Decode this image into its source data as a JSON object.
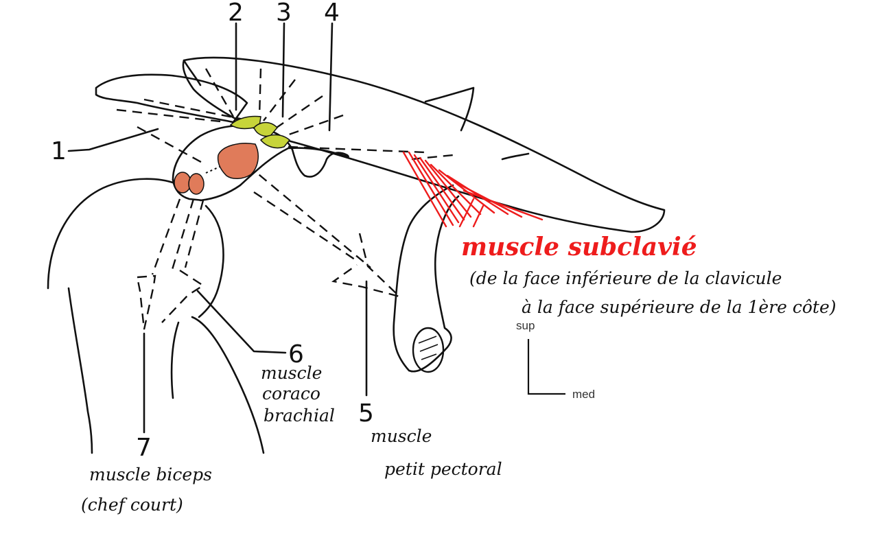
{
  "labels": {
    "n1": "1",
    "n2": "2",
    "n3": "3",
    "n4": "4",
    "n5": "5",
    "n6": "6",
    "n7": "7"
  },
  "annotations": {
    "subclavius_title": "muscle subclavié",
    "subclavius_desc_line1": "(de la face inférieure de la clavicule",
    "subclavius_desc_line2": "à la face supérieure de la 1ère côte)",
    "coraco_line1": "muscle",
    "coraco_line2": "coraco",
    "coraco_line3": "brachial",
    "pectoral_line1": "muscle",
    "pectoral_line2": "petit pectoral",
    "biceps_line1": "muscle biceps",
    "biceps_line2": "(chef court)"
  },
  "orientation": {
    "sup": "sup",
    "med": "med"
  },
  "colors": {
    "ligament_green": "#c7d43a",
    "insertion_orange": "#e07b5a",
    "subclavius_red": "#ee1c1c"
  }
}
